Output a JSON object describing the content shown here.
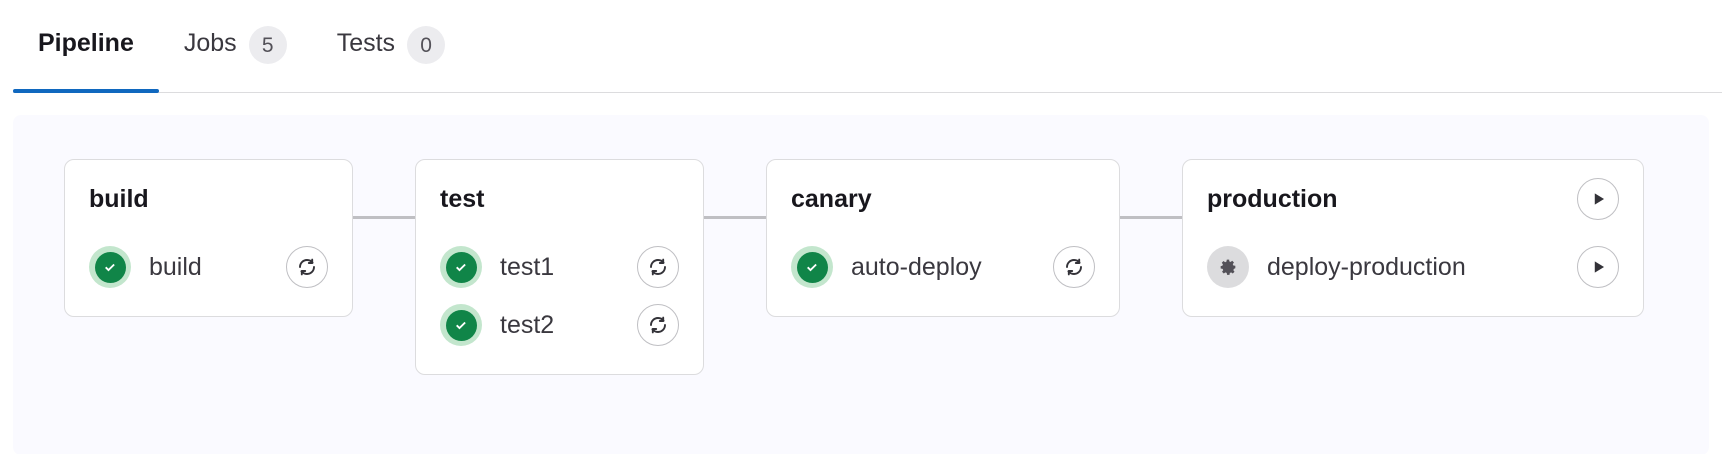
{
  "tabs": [
    {
      "label": "Pipeline",
      "badge": null,
      "active": true
    },
    {
      "label": "Jobs",
      "badge": "5",
      "active": false
    },
    {
      "label": "Tests",
      "badge": "0",
      "active": false
    }
  ],
  "colors": {
    "accent": "#1068bf",
    "success": "#108548",
    "success_halo": "#c3e6cd",
    "manual": "#dcdcde",
    "canvas": "#fafaff",
    "border": "#dcdcde",
    "text": "#3a383f",
    "heading": "#18171d"
  },
  "pipeline": {
    "stages": [
      {
        "name": "build",
        "header_action": null,
        "jobs": [
          {
            "name": "build",
            "status": "success",
            "status_icon": "status-success-icon",
            "action": "retry",
            "action_icon": "retry-icon"
          }
        ]
      },
      {
        "name": "test",
        "header_action": null,
        "jobs": [
          {
            "name": "test1",
            "status": "success",
            "status_icon": "status-success-icon",
            "action": "retry",
            "action_icon": "retry-icon"
          },
          {
            "name": "test2",
            "status": "success",
            "status_icon": "status-success-icon",
            "action": "retry",
            "action_icon": "retry-icon"
          }
        ]
      },
      {
        "name": "canary",
        "header_action": null,
        "jobs": [
          {
            "name": "auto-deploy",
            "status": "success",
            "status_icon": "status-success-icon",
            "action": "retry",
            "action_icon": "retry-icon"
          }
        ]
      },
      {
        "name": "production",
        "header_action": "play",
        "header_action_icon": "play-icon",
        "jobs": [
          {
            "name": "deploy-production",
            "status": "manual",
            "status_icon": "status-manual-gear-icon",
            "action": "play",
            "action_icon": "play-icon"
          }
        ]
      }
    ]
  }
}
